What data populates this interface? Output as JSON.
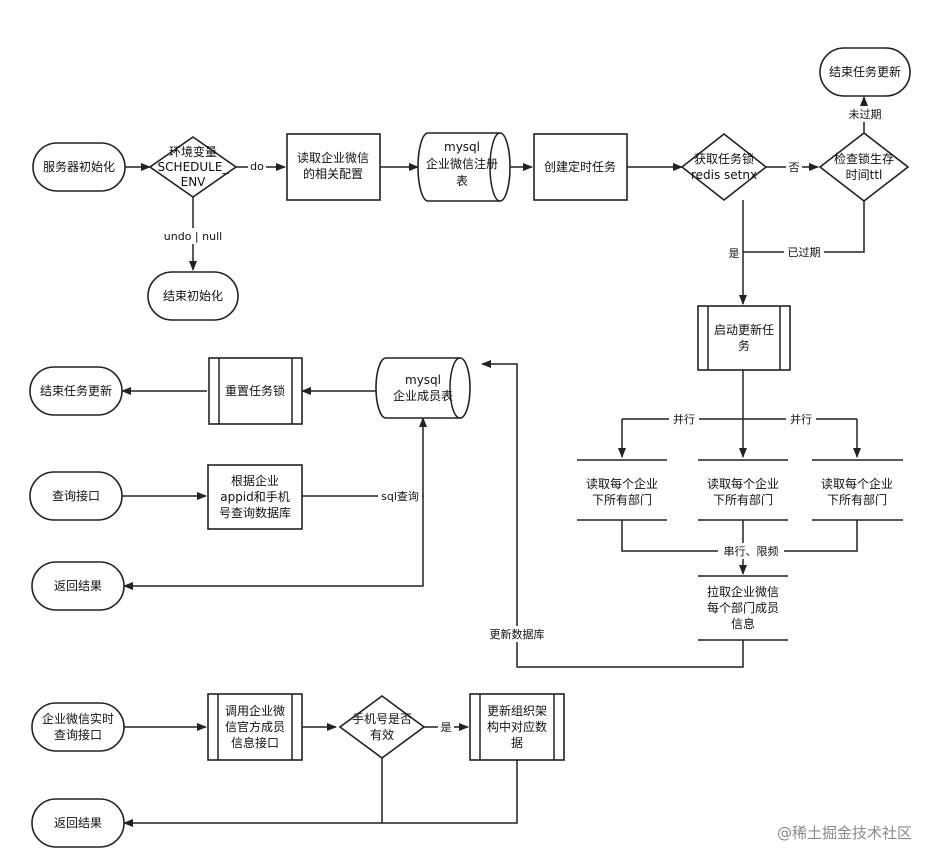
{
  "nodes": {
    "server_init": "服务器初始化",
    "env_check": [
      "环境变量",
      "SCHEDULE_",
      "ENV"
    ],
    "end_init": "结束初始化",
    "read_config": [
      "读取企业微信",
      "的相关配置"
    ],
    "db_register": [
      "mysql",
      "企业微信注册",
      "表"
    ],
    "create_task": "创建定时任务",
    "get_lock": [
      "获取任务锁",
      "redis setnx"
    ],
    "check_ttl": [
      "检查锁生存",
      "时间ttl"
    ],
    "end_update_top": "结束任务更新",
    "start_update": [
      "启动更新任",
      "务"
    ],
    "read_dept_1": [
      "读取每个企业",
      "下所有部门"
    ],
    "read_dept_2": [
      "读取每个企业",
      "下所有部门"
    ],
    "read_dept_3": [
      "读取每个企业",
      "下所有部门"
    ],
    "pull_members": [
      "拉取企业微信",
      "每个部门成员",
      "信息"
    ],
    "db_members": [
      "mysql",
      "企业成员表"
    ],
    "reset_lock": "重置任务锁",
    "end_update_left": "结束任务更新",
    "query_api": "查询接口",
    "query_db": [
      "根据企业",
      "appid和手机",
      "号查询数据库"
    ],
    "return_1": "返回结果",
    "realtime_api": [
      "企业微信实时",
      "查询接口"
    ],
    "call_official": [
      "调用企业微",
      "信官方成员",
      "信息接口"
    ],
    "phone_valid": [
      "手机号是否",
      "有效"
    ],
    "update_org": [
      "更新组织架",
      "构中对应数",
      "据"
    ],
    "return_2": "返回结果"
  },
  "edge_labels": {
    "do": "do",
    "undo_null": "undo | null",
    "no": "否",
    "not_expired": "未过期",
    "yes": "是",
    "expired": "已过期",
    "parallel_1": "并行",
    "parallel_2": "并行",
    "serial_limit": "串行、限频",
    "update_db": "更新数据库",
    "sql_query": "sql查询",
    "yes_2": "是"
  },
  "watermark": "@稀土掘金技术社区"
}
